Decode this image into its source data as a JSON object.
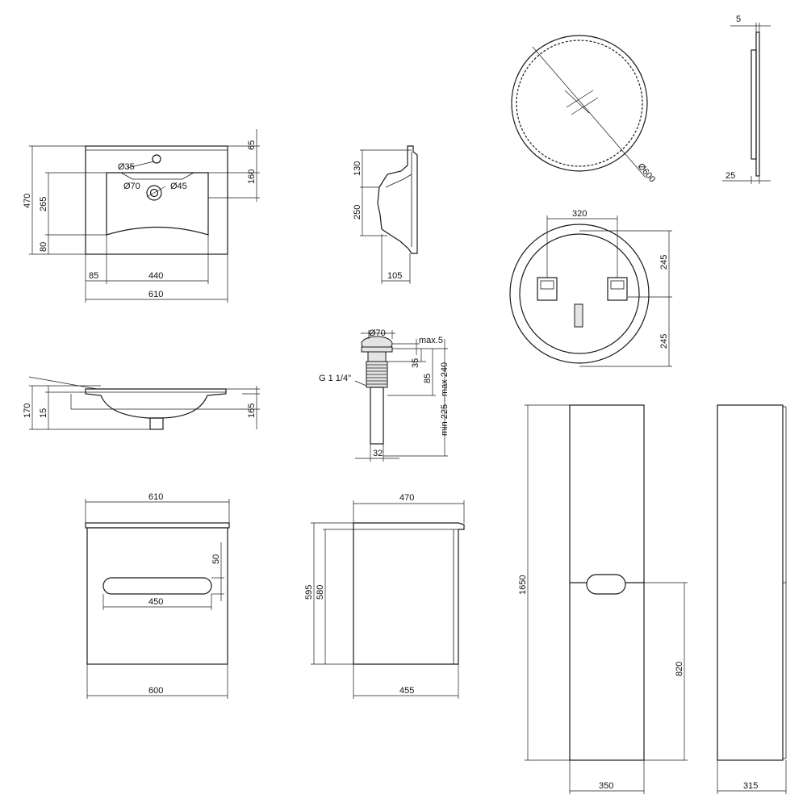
{
  "basin_top": {
    "d_tap": "Ø35",
    "d_drain": "Ø70",
    "d_drain_inner": "Ø45",
    "dim_65": "65",
    "dim_160": "160",
    "dim_470": "470",
    "dim_265": "265",
    "dim_80": "80",
    "dim_85": "85",
    "dim_440": "440",
    "dim_610": "610"
  },
  "basin_section": {
    "dim_130": "130",
    "dim_250": "250",
    "dim_105": "105"
  },
  "basin_front": {
    "dim_170": "170",
    "dim_15": "15",
    "dim_165": "165"
  },
  "drain": {
    "d70": "Ø70",
    "max5": "max.5",
    "dim_35": "35",
    "dim_85": "85",
    "range": "min 225 - max 240",
    "thread": "G 1 1/4\"",
    "dim_32": "32"
  },
  "mirror": {
    "diameter": "Ø600",
    "dim_5": "5",
    "dim_25": "25",
    "dim_320": "320",
    "dim_245a": "245",
    "dim_245b": "245"
  },
  "vanity_front": {
    "dim_610": "610",
    "dim_50": "50",
    "dim_450": "450",
    "dim_600": "600"
  },
  "vanity_side": {
    "dim_470": "470",
    "dim_595": "595",
    "dim_580": "580",
    "dim_455": "455"
  },
  "tall_cabinet": {
    "dim_1650": "1650",
    "dim_820": "820",
    "dim_350": "350",
    "dim_315": "315"
  },
  "colors": {
    "line": "#1a1a1a",
    "background": "#ffffff",
    "light_fill": "#e4e4e4"
  }
}
